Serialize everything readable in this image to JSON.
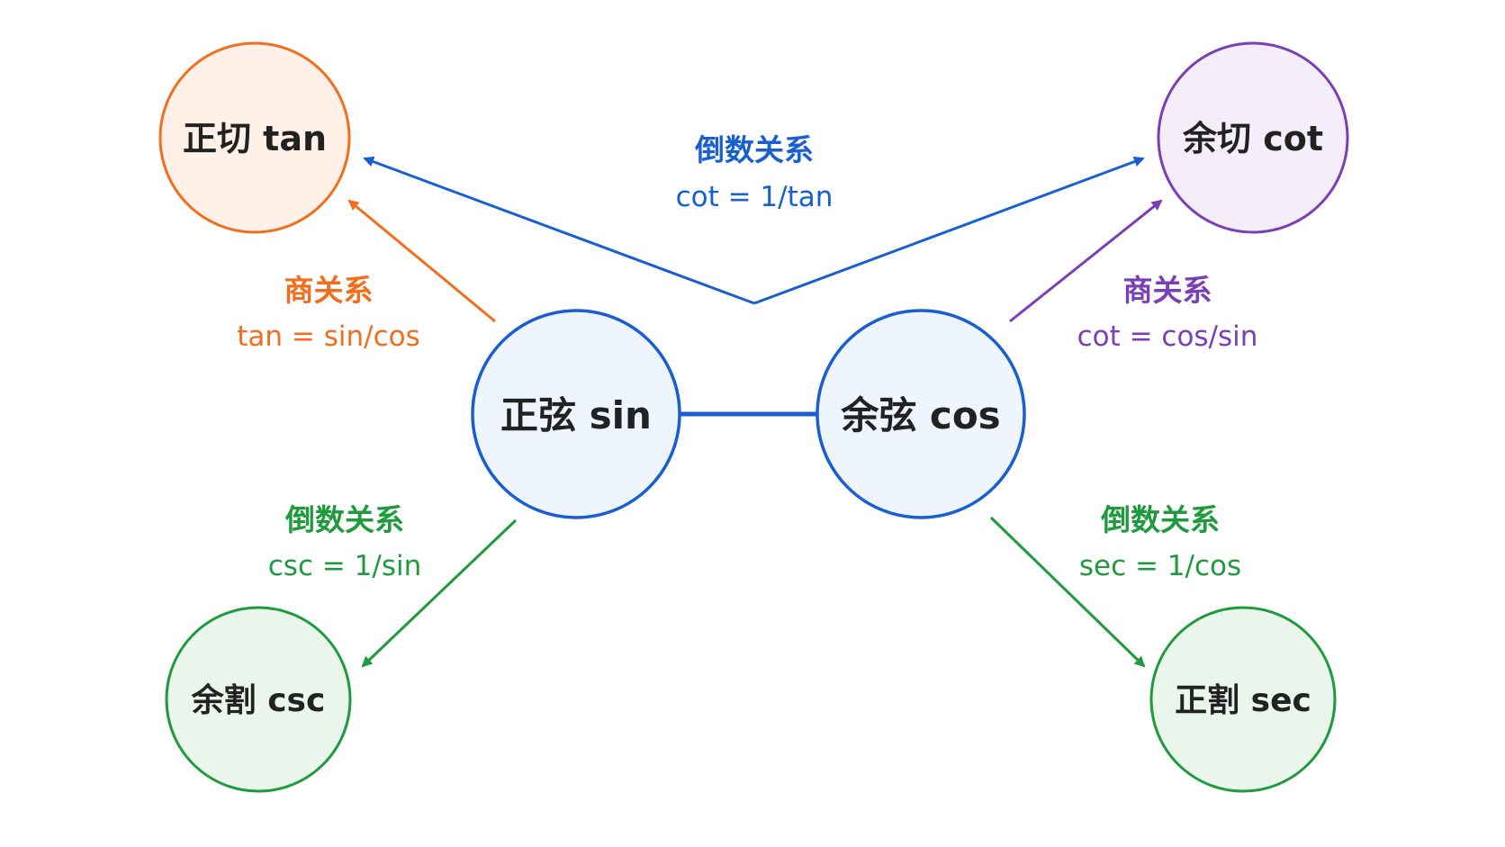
{
  "colors": {
    "blue": "#1a5fd0",
    "orange": "#f26d1d",
    "purple": "#7b3fb5",
    "green": "#1f9a3d",
    "blue_fill": "#eef5fe",
    "orange_fill": "#fff1e8",
    "purple_fill": "#f4eefb",
    "green_fill": "#eaf6ec",
    "text": "#222222"
  },
  "nodes": {
    "sin": "正弦 sin",
    "cos": "余弦 cos",
    "tan": "正切 tan",
    "cot": "余切 cot",
    "csc": "余割 csc",
    "sec": "正割 sec"
  },
  "relations": {
    "reciprocal_top": {
      "title": "倒数关系",
      "formula": "cot = 1/tan"
    },
    "quotient_tan": {
      "title": "商关系",
      "formula": "tan = sin/cos"
    },
    "quotient_cot": {
      "title": "商关系",
      "formula": "cot = cos/sin"
    },
    "reciprocal_csc": {
      "title": "倒数关系",
      "formula": "csc = 1/sin"
    },
    "reciprocal_sec": {
      "title": "倒数关系",
      "formula": "sec = 1/cos"
    }
  }
}
